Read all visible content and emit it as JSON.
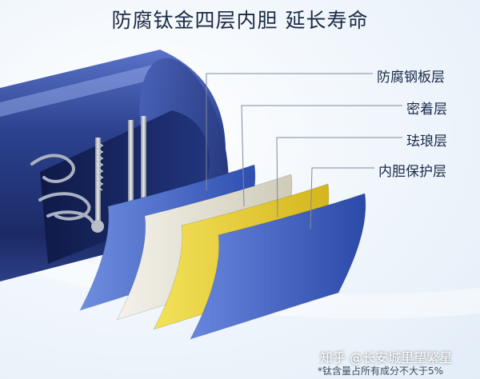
{
  "title": "防腐钛金四层内胆  延长寿命",
  "layers": [
    {
      "label": "防腐钢板层",
      "color": "#3f63c6"
    },
    {
      "label": "密着层",
      "color": "#e3e0d2"
    },
    {
      "label": "珐琅层",
      "color": "#e8cf32"
    },
    {
      "label": "内胆保护层",
      "color": "#3b5fbf"
    }
  ],
  "watermark": "知乎 @长安城里望繁星",
  "footnote": "*钛含量占所有成分不大于5%",
  "colors": {
    "tank": "#2b3f8e",
    "tank_dark": "#17255e",
    "leader": "#7f8aa0"
  }
}
